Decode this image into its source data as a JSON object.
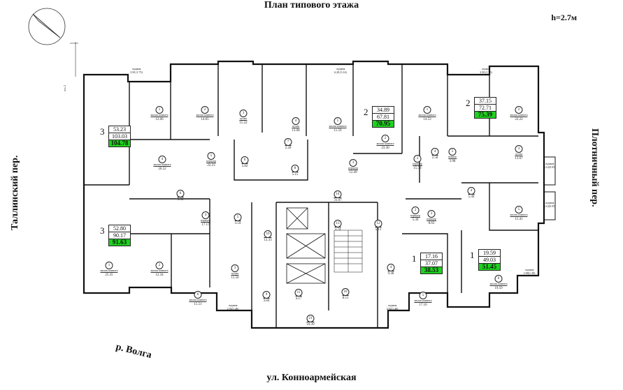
{
  "title": "План типового этажа",
  "ceiling_height": "h=2.7м",
  "streets": {
    "left": "Таллинский пер.",
    "right": "Плотничный пер.",
    "bottom": "ул. Конноармейская",
    "river": "р. Волга"
  },
  "apartments": [
    {
      "rooms": "3",
      "living": "53.23",
      "total": "103.03",
      "total_with_balcony": "104.78"
    },
    {
      "rooms": "2",
      "living": "34.89",
      "total": "67.81",
      "total_with_balcony": "70.95"
    },
    {
      "rooms": "2",
      "living": "37.15",
      "total": "72.71",
      "total_with_balcony": "75.39"
    },
    {
      "rooms": "3",
      "living": "52.80",
      "total": "90.17",
      "total_with_balcony": "91.63"
    },
    {
      "rooms": "1",
      "living": "17.16",
      "total": "37.07",
      "total_with_balcony": "38.53"
    },
    {
      "rooms": "1",
      "living": "19.59",
      "total": "49.03",
      "total_with_balcony": "51.45"
    }
  ],
  "rooms": [
    {
      "name": "жилая комната",
      "area": "12.06",
      "no": "1"
    },
    {
      "name": "жилая комната",
      "area": "14.65",
      "no": "2"
    },
    {
      "name": "кухня",
      "area": "15.22",
      "no": "3"
    },
    {
      "name": "кухня",
      "area": "13.08",
      "no": "4"
    },
    {
      "name": "жилая комната",
      "area": "11.59",
      "no": "5"
    },
    {
      "name": "жилая комната",
      "area": "14.53",
      "no": "1"
    },
    {
      "name": "жилая комната",
      "area": "22.22",
      "no": "2"
    },
    {
      "name": "жилая комната",
      "area": "26.52",
      "no": "4"
    },
    {
      "name": "коридор",
      "area": "22.23",
      "no": "5"
    },
    {
      "name": "",
      "area": "5.82",
      "no": "6"
    },
    {
      "name": "",
      "area": "2.20",
      "no": "7"
    },
    {
      "name": "",
      "area": "5.15",
      "no": "8"
    },
    {
      "name": "жилая комната",
      "area": "23.30",
      "no": "2"
    },
    {
      "name": "коридор",
      "area": "12.49",
      "no": "3"
    },
    {
      "name": "коридор",
      "area": "15.33",
      "no": "3"
    },
    {
      "name": "",
      "area": "2.58",
      "no": "4"
    },
    {
      "name": "ванная",
      "area": "3.98",
      "no": "5"
    },
    {
      "name": "кухня",
      "area": "13.67",
      "no": "3"
    },
    {
      "name": "",
      "area": "5.30",
      "no": "6"
    },
    {
      "name": "коридор",
      "area": "17.17",
      "no": "4"
    },
    {
      "name": "",
      "area": "3.59",
      "no": "5"
    },
    {
      "name": "",
      "area": "31.07",
      "no": "14"
    },
    {
      "name": "",
      "area": "3.74",
      "no": "13"
    },
    {
      "name": "",
      "area": "5.13",
      "no": "12"
    },
    {
      "name": "коридор",
      "area": "5.30",
      "no": "2"
    },
    {
      "name": "коридор",
      "area": "8.63",
      "no": "3"
    },
    {
      "name": "",
      "area": "5.40",
      "no": "4"
    },
    {
      "name": "жилая комната",
      "area": "15.41",
      "no": "5"
    },
    {
      "name": "",
      "area": "12.33",
      "no": "10"
    },
    {
      "name": "жилая комната",
      "area": "25.35",
      "no": "1"
    },
    {
      "name": "жилая комната",
      "area": "12.34",
      "no": "2"
    },
    {
      "name": "кухня",
      "area": "11.50",
      "no": "3"
    },
    {
      "name": "жилая комната",
      "area": "15.51",
      "no": "6"
    },
    {
      "name": "",
      "area": "3.84",
      "no": "9"
    },
    {
      "name": "",
      "area": "4.17",
      "no": "11"
    },
    {
      "name": "",
      "area": "8.51",
      "no": "10"
    },
    {
      "name": "",
      "area": "9.48",
      "no": "4"
    },
    {
      "name": "жилая комната",
      "area": "17.16",
      "no": "5"
    },
    {
      "name": "жилая комната",
      "area": "19.59",
      "no": "6"
    },
    {
      "name": "",
      "area": "10.39",
      "no": "21"
    }
  ],
  "balconies": [
    {
      "name": "лоджия",
      "area": "3.50 (1.75)"
    },
    {
      "name": "лоджия",
      "area": "6.28 (3.14)"
    },
    {
      "name": "лоджия",
      "area": "3.50 (1.75)"
    },
    {
      "name": "лоджия",
      "area": "3.12(0.93)"
    },
    {
      "name": "лоджия",
      "area": "3.12(0.93)"
    },
    {
      "name": "лоджия",
      "area": "2.92(1.46)"
    },
    {
      "name": "лоджия",
      "area": "2.92(1.46)"
    },
    {
      "name": "лоджия",
      "area": "2.98(1.49)"
    }
  ],
  "axis_label": "ось 2"
}
